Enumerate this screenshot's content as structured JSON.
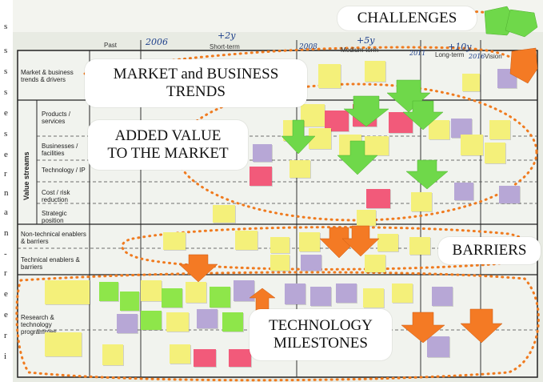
{
  "left_margin_text": "s s s s s e s e r n a n - r e e r i",
  "time_headers": {
    "past": "Past",
    "short_term": "Short-term",
    "medium_term": "Medium-term",
    "long_term": "Long-term",
    "vision": "Vision"
  },
  "handwritten_marks": {
    "year_2006": "2006",
    "plus_2y": "+2y",
    "plus_5y": "+5y",
    "plus_10y": "+10y",
    "year_2008": "2008",
    "year_2011": "2011",
    "year_2016": "2016"
  },
  "row_labels": {
    "market_trends": "Market & business trends & drivers",
    "products": "Products / services",
    "businesses": "Businesses / facilities",
    "technology": "Technology / IP",
    "cost": "Cost / risk reduction",
    "strategic": "Strategic position",
    "non_technical": "Non-technical enablers & barriers",
    "technical": "Technical enablers & barriers",
    "research": "Research & technology programmes",
    "value_streams": "Value streams"
  },
  "callouts": {
    "challenges": "CHALLENGES",
    "market_line1": "MARKET and BUSINESS",
    "market_line2": "TRENDS",
    "added_line1": "ADDED VALUE",
    "added_line2": "TO THE MARKET",
    "barriers": "BARRIERS",
    "tech_line1": "TECHNOLOGY",
    "tech_line2": "MILESTONES"
  },
  "colors": {
    "dotted_outline": "#f07a1e",
    "sticky_yellow": "#f4f07a",
    "sticky_green": "#8ee64a",
    "sticky_pink": "#f25a7a",
    "sticky_purple": "#b7a7d6",
    "arrow_orange": "#f47a24",
    "arrow_green": "#6fd84a"
  }
}
